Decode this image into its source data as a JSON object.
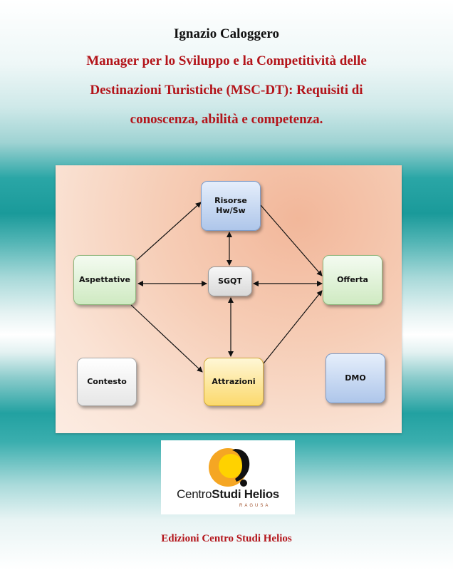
{
  "cover": {
    "author": "Ignazio Caloggero",
    "title_lines": [
      "Manager per lo Sviluppo e la Competitività delle",
      "Destinazioni Turistiche (MSC-DT): Requisiti di",
      "conoscenza, abilità e competenza."
    ],
    "publisher": "Edizioni Centro Studi Helios"
  },
  "diagram": {
    "nodes": {
      "risorse_line1": "Risorse",
      "risorse_line2": "Hw/Sw",
      "aspettative": "Aspettative",
      "sgqt": "SGQT",
      "offerta": "Offerta",
      "contesto": "Contesto",
      "attrazioni": "Attrazioni",
      "dmo": "DMO"
    }
  },
  "logo": {
    "text_regular": "Centro",
    "text_bold": "Studi Helios",
    "subtitle": "RAGUSA"
  },
  "colors": {
    "title_red": "#b3141a",
    "teal": "#1a9a9a",
    "logo_orange": "#f5a623",
    "logo_yellow": "#ffd200"
  }
}
